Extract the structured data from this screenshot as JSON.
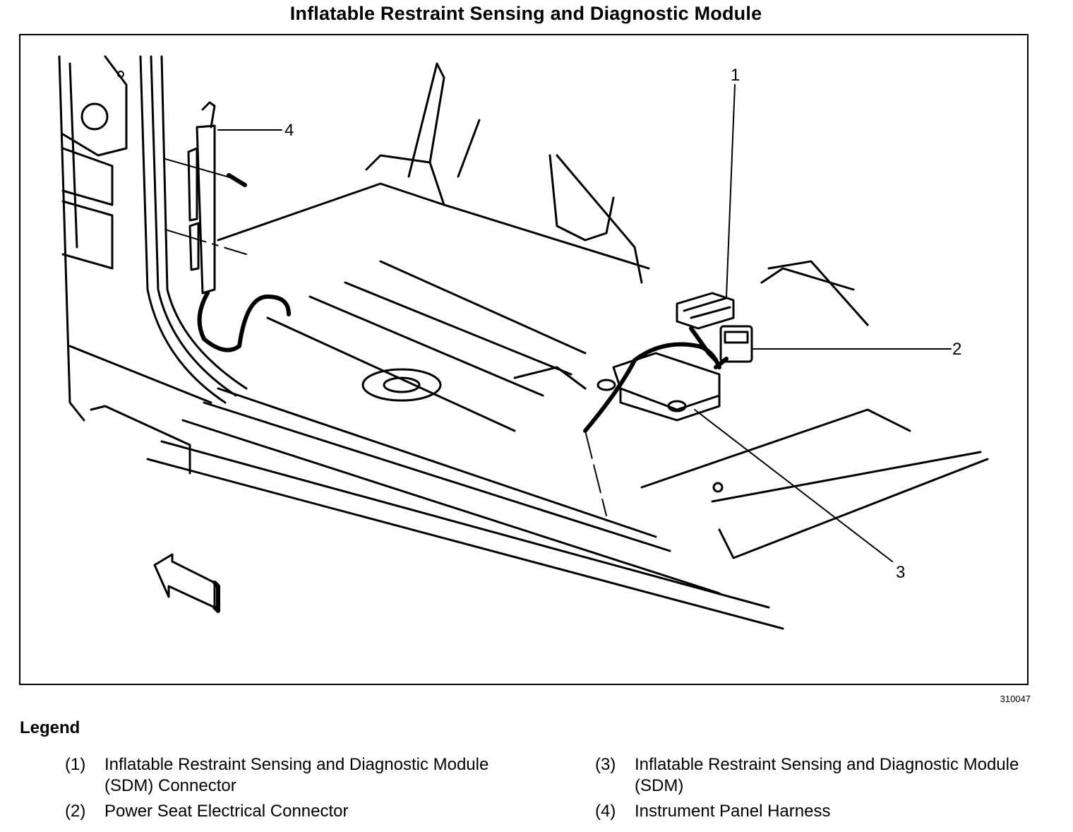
{
  "title": "Inflatable Restraint Sensing and Diagnostic Module",
  "figure_id": "310047",
  "legend": {
    "heading": "Legend",
    "items": [
      {
        "number": "(1)",
        "label": "Inflatable Restraint Sensing and Diagnostic Module (SDM) Connector"
      },
      {
        "number": "(2)",
        "label": "Power Seat Electrical Connector"
      },
      {
        "number": "(3)",
        "label": "Inflatable Restraint Sensing and Diagnostic Module (SDM)"
      },
      {
        "number": "(4)",
        "label": "Instrument Panel Harness"
      }
    ]
  },
  "callouts": [
    "1",
    "2",
    "3",
    "4"
  ],
  "colors": {
    "ink": "#000000",
    "paper": "#ffffff"
  }
}
